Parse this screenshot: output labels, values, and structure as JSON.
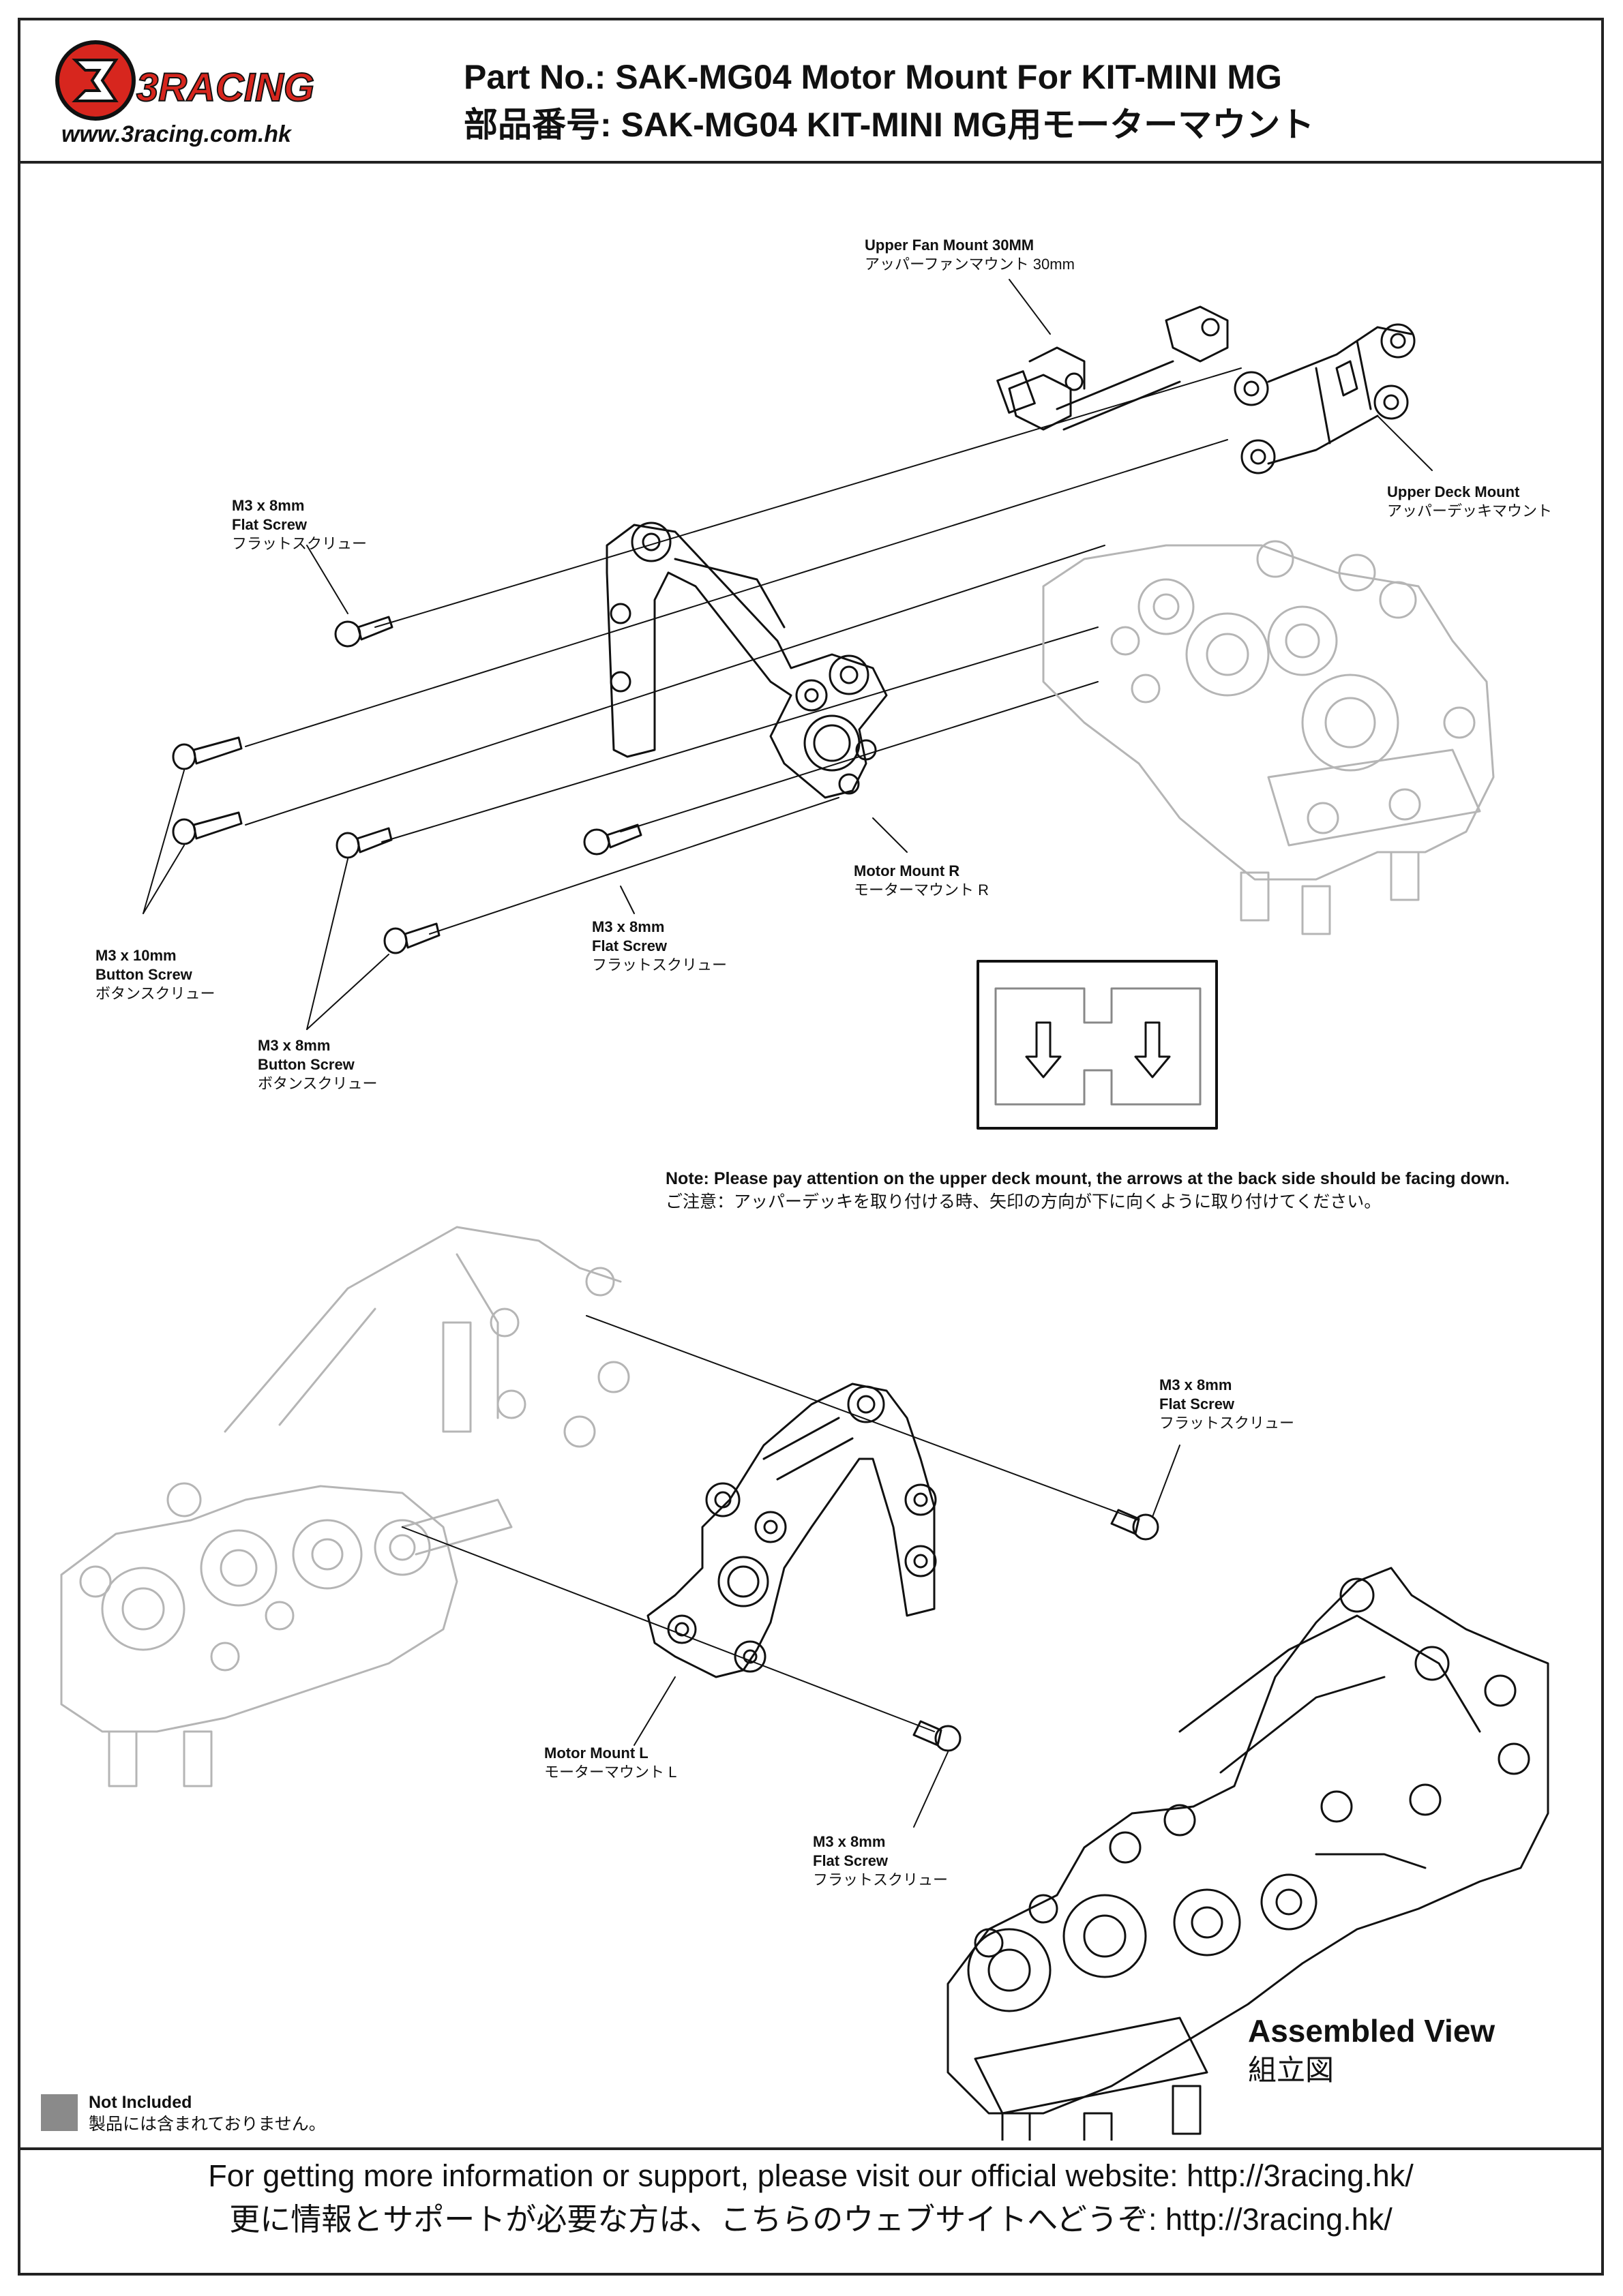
{
  "header": {
    "logo_text": "3RACING",
    "logo_url_text": "www.3racing.com.hk",
    "title_en": "Part No.: SAK-MG04  Motor Mount For KIT-MINI MG",
    "title_jp": "部品番号: SAK-MG04  KIT-MINI MG用モーターマウント"
  },
  "callouts": {
    "upper_fan_mount": {
      "en": "Upper Fan Mount 30MM",
      "jp": "アッパーファンマウント 30mm"
    },
    "upper_deck_mount": {
      "en": "Upper Deck Mount",
      "jp": "アッパーデッキマウント"
    },
    "flat_screw_top": {
      "size": "M3 x 8mm",
      "en": "Flat Screw",
      "jp": "フラットスクリュー"
    },
    "button_screw_10": {
      "size": "M3 x 10mm",
      "en": "Button Screw",
      "jp": "ボタンスクリュー"
    },
    "button_screw_8": {
      "size": "M3 x 8mm",
      "en": "Button Screw",
      "jp": "ボタンスクリュー"
    },
    "flat_screw_mid": {
      "size": "M3 x 8mm",
      "en": "Flat Screw",
      "jp": "フラットスクリュー"
    },
    "motor_mount_r": {
      "en": "Motor Mount R",
      "jp": "モーターマウント R"
    },
    "flat_screw_right": {
      "size": "M3 x 8mm",
      "en": "Flat Screw",
      "jp": "フラットスクリュー"
    },
    "motor_mount_l": {
      "en": "Motor Mount L",
      "jp": "モーターマウント L"
    },
    "flat_screw_bottom": {
      "size": "M3 x 8mm",
      "en": "Flat Screw",
      "jp": "フラットスクリュー"
    }
  },
  "note": {
    "en": "Note: Please pay attention on the upper deck mount, the arrows at the back side should be facing down.",
    "jp": "ご注意：アッパーデッキを取り付ける時、矢印の方向が下に向くように取り付けてください。"
  },
  "assembled_view": {
    "en": "Assembled View",
    "jp": "組立図"
  },
  "legend": {
    "en": "Not Included",
    "jp": "製品には含まれておりません。",
    "swatch_color": "#8a8a8a"
  },
  "footer": {
    "en": "For getting more information or support, please visit our official website: http://3racing.hk/",
    "jp": "更に情報とサポートが必要な方は、こちらのウェブサイトへどうぞ: http://3racing.hk/"
  },
  "colors": {
    "line": "#111111",
    "grey_part": "#b5b5b5",
    "logo_red": "#d7261e"
  }
}
